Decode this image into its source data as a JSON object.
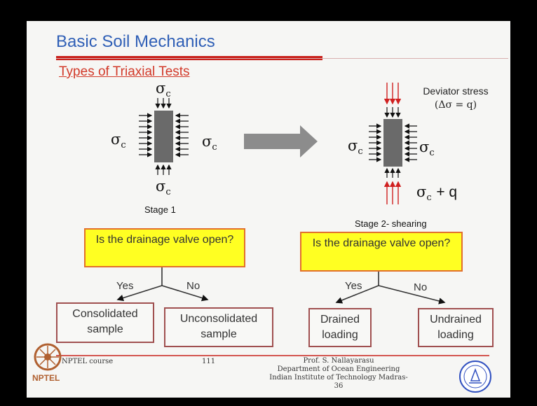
{
  "slide": {
    "title": "Basic Soil Mechanics",
    "subtitle": "Types of Triaxial Tests"
  },
  "stage1": {
    "sigma": "σ",
    "sub": "c",
    "label": "Stage 1"
  },
  "stage2": {
    "deviator_line1": "Deviator stress",
    "deviator_line2": "(Δσ = q)",
    "bottom_suffix": "+ q",
    "label": "Stage 2- shearing"
  },
  "left_flow": {
    "question": "Is the drainage valve open?",
    "yes": "Yes",
    "no": "No",
    "box_yes": "Consolidated sample",
    "box_no": "Unconsolidated sample"
  },
  "right_flow": {
    "question": "Is the drainage valve open?",
    "yes": "Yes",
    "no": "No",
    "box_yes": "Drained loading",
    "box_no": "Undrained loading"
  },
  "footer": {
    "course": "NPTEL course",
    "page": "111",
    "author": "Prof. S. Nallayarasu",
    "dept": "Department of Ocean Engineering",
    "inst": "Indian Institute of Technology Madras-36",
    "logo_text": "NPTEL"
  },
  "colors": {
    "title": "#2f5fb6",
    "accent_red": "#c8201a",
    "yellow_box": "#ffff22",
    "box_border": "#e26f2c"
  }
}
